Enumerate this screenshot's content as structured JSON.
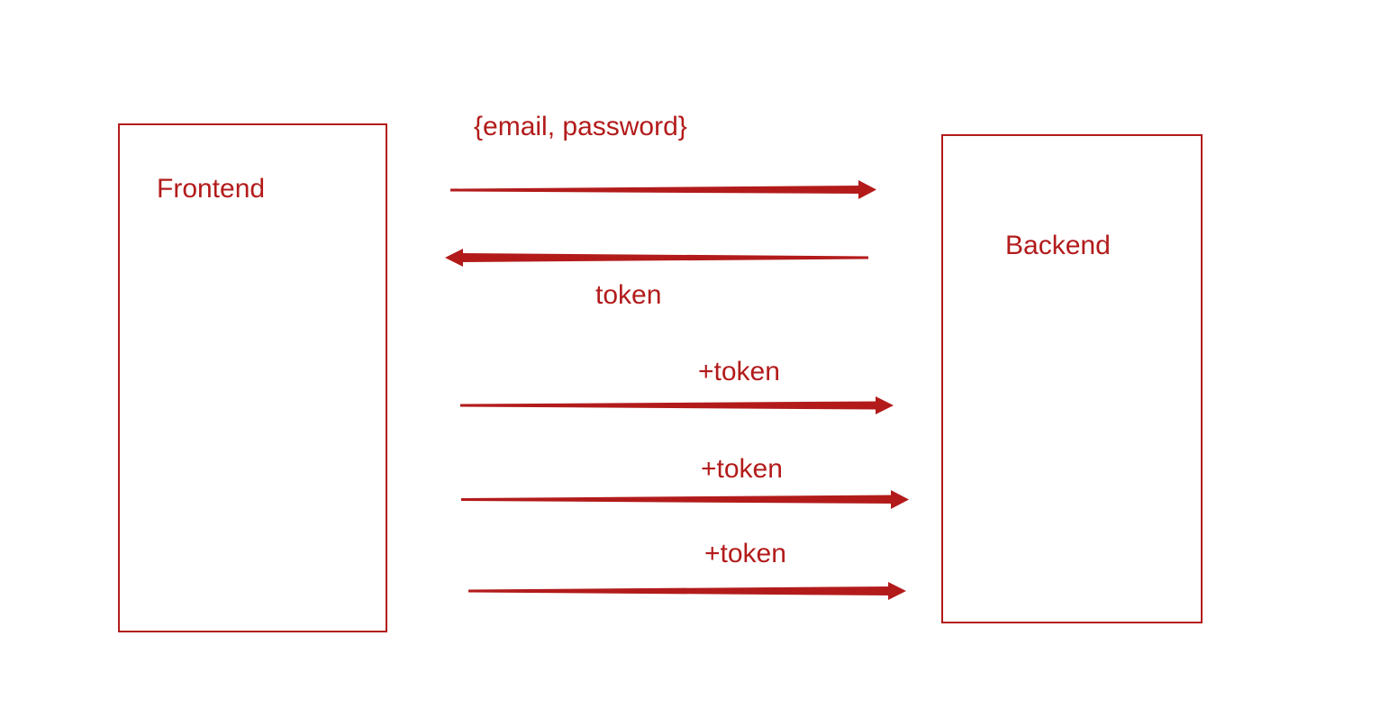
{
  "colors": {
    "accent": "#b31b1b"
  },
  "nodes": {
    "frontend": "Frontend",
    "backend": "Backend"
  },
  "messages": {
    "credentials": "{email, password}",
    "token_response": "token",
    "authed_request_1": "+token",
    "authed_request_2": "+token",
    "authed_request_3": "+token"
  }
}
